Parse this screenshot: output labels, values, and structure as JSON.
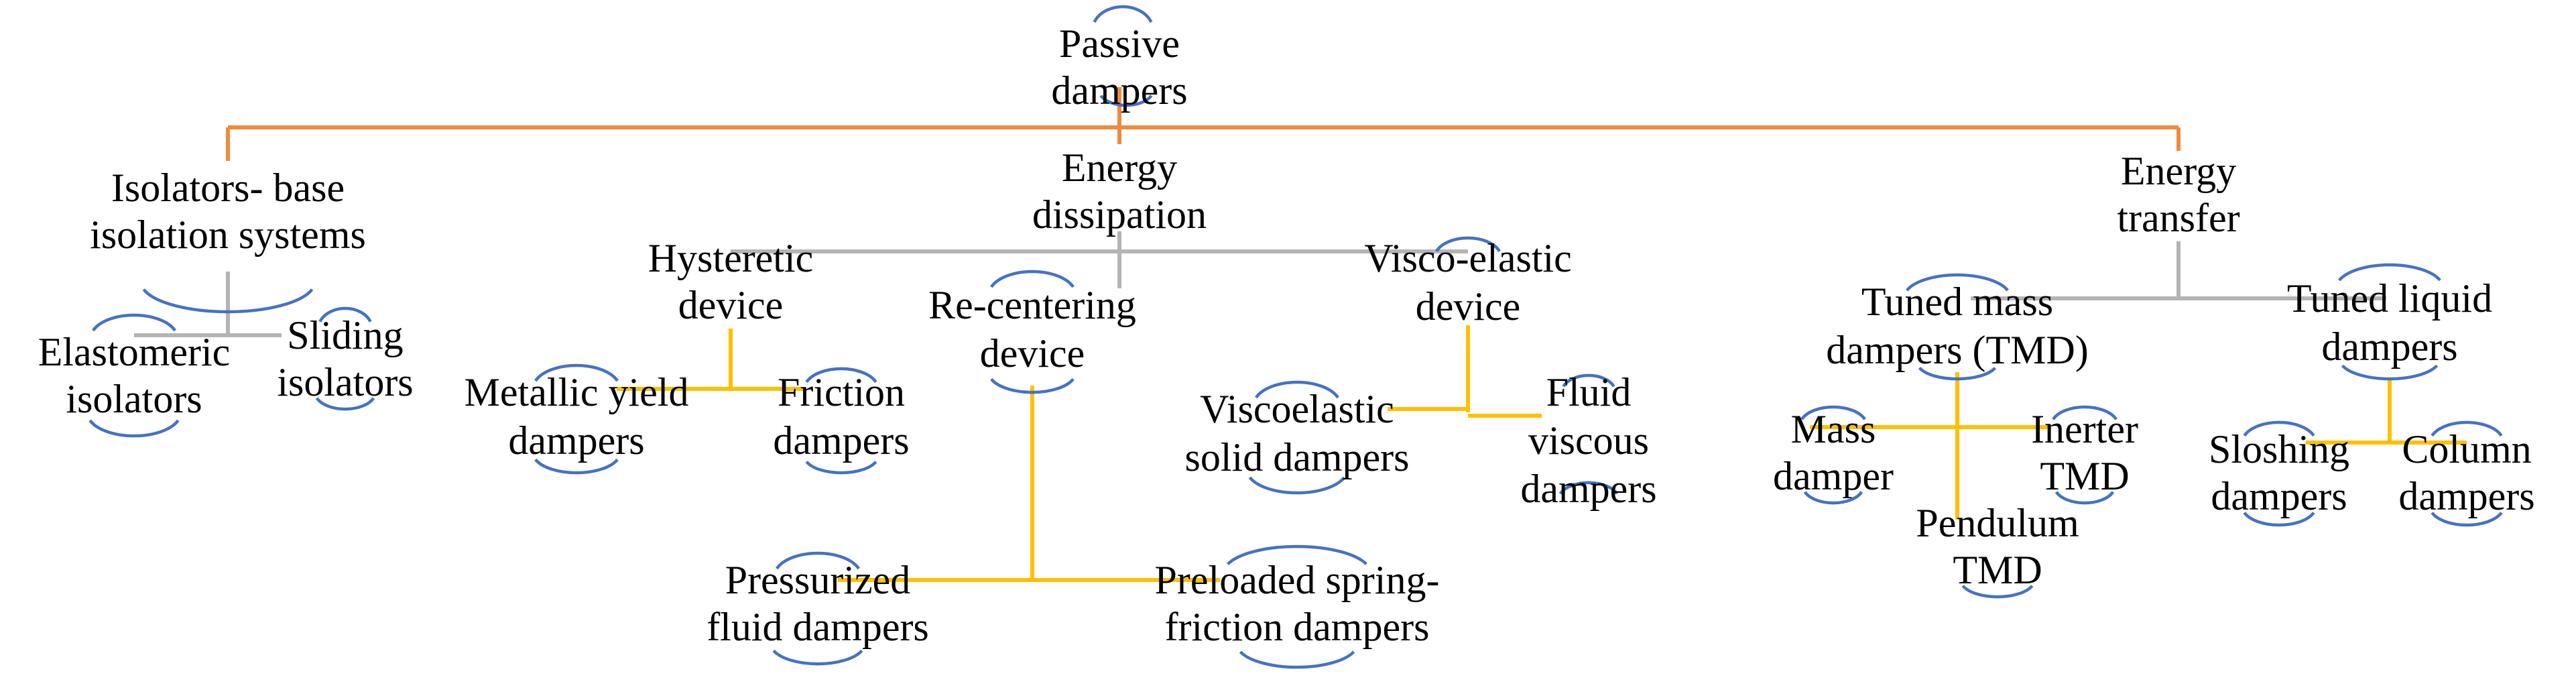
{
  "colors": {
    "level1": "#F08A3C",
    "level2": "#B4B4B4",
    "level3": "#FFC000",
    "arc": "#4472C4",
    "text": "#000000",
    "background": "#FFFFFF"
  },
  "nodes": {
    "root": {
      "lines": [
        "Passive",
        "dampers"
      ]
    },
    "isolators": {
      "lines": [
        "Isolators- base",
        "isolation systems"
      ]
    },
    "elastomeric": {
      "lines": [
        "Elastomeric",
        "isolators"
      ]
    },
    "sliding": {
      "lines": [
        "Sliding",
        "isolators"
      ]
    },
    "energy_dissipation": {
      "lines": [
        "Energy",
        "dissipation"
      ]
    },
    "hysteretic": {
      "lines": [
        "Hysteretic",
        "device"
      ]
    },
    "metallic": {
      "lines": [
        "Metallic yield",
        "dampers"
      ]
    },
    "friction": {
      "lines": [
        "Friction",
        "dampers"
      ]
    },
    "recentering": {
      "lines": [
        "Re-centering",
        "device"
      ]
    },
    "pressurized": {
      "lines": [
        "Pressurized",
        "fluid dampers"
      ]
    },
    "preloaded": {
      "lines": [
        "Preloaded spring-",
        "friction dampers"
      ]
    },
    "viscoelastic_device": {
      "lines": [
        "Visco-elastic",
        "device"
      ]
    },
    "viscoelastic_solid": {
      "lines": [
        "Viscoelastic",
        "solid dampers"
      ]
    },
    "fluid_viscous": {
      "lines": [
        "Fluid",
        "viscous",
        "dampers"
      ]
    },
    "energy_transfer": {
      "lines": [
        "Energy",
        "transfer"
      ]
    },
    "tmd": {
      "lines": [
        "Tuned mass",
        "dampers (TMD)"
      ]
    },
    "mass_damper": {
      "lines": [
        "Mass",
        "damper"
      ]
    },
    "inerter_tmd": {
      "lines": [
        "Inerter",
        "TMD"
      ]
    },
    "pendulum_tmd": {
      "lines": [
        "Pendulum",
        "TMD"
      ]
    },
    "tld": {
      "lines": [
        "Tuned liquid",
        "dampers"
      ]
    },
    "sloshing": {
      "lines": [
        "Sloshing",
        "dampers"
      ]
    },
    "column": {
      "lines": [
        "Column",
        "dampers"
      ]
    }
  }
}
